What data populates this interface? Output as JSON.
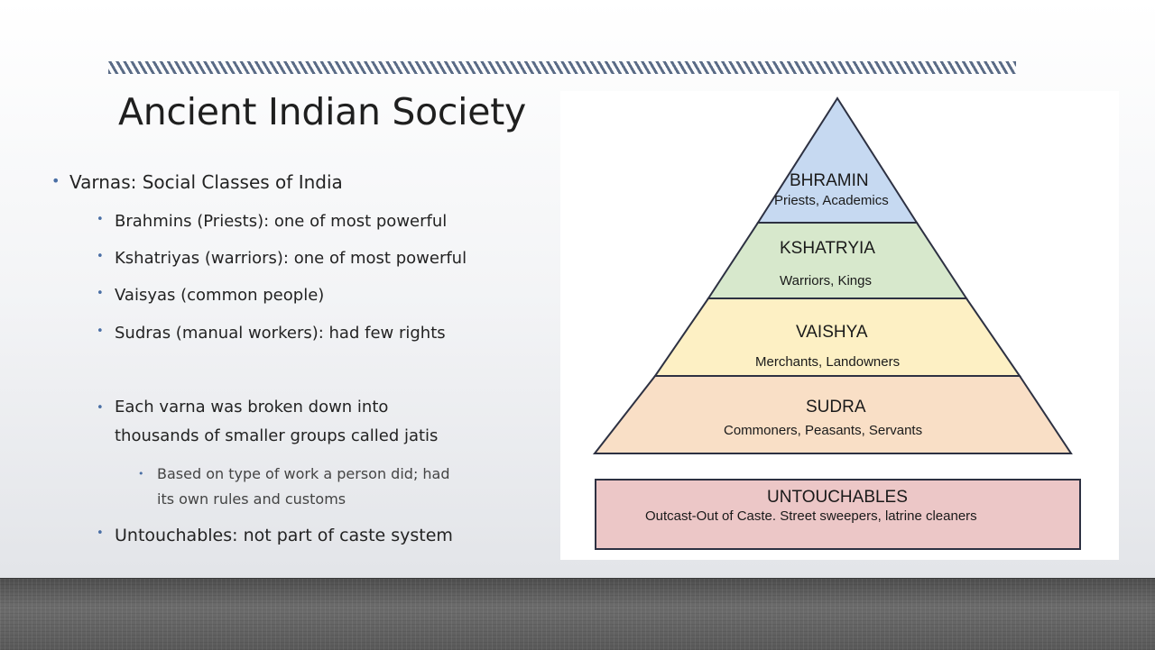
{
  "slide": {
    "title": "Ancient Indian Society",
    "bullets": {
      "varnas": "Varnas: Social Classes of India",
      "brahmins": "Brahmins (Priests): one of most powerful",
      "kshatriyas": "Kshatriyas (warriors): one of most powerful",
      "vaisyas": "Vaisyas (common people)",
      "sudras": "Sudras (manual workers): had few rights",
      "jatis_line1": "Each varna was broken down into",
      "jatis_line2": "thousands of smaller groups called jatis",
      "jatis_sub_line1": "Based on type of work a person did; had",
      "jatis_sub_line2": "its own rules and customs",
      "untouchables": "Untouchables: not part of caste system"
    }
  },
  "diagram": {
    "tiers": [
      {
        "name": "BHRAMIN",
        "desc": "Priests, Academics",
        "color": "#c6d9f1"
      },
      {
        "name": "KSHATRYIA",
        "desc": "Warriors, Kings",
        "color": "#d7e8cc"
      },
      {
        "name": "VAISHYA",
        "desc": "Merchants, Landowners",
        "color": "#fdf0c4"
      },
      {
        "name": "SUDRA",
        "desc": "Commoners, Peasants, Servants",
        "color": "#f9dfc6"
      }
    ],
    "outcast": {
      "name": "UNTOUCHABLES",
      "desc": "Outcast-Out of Caste. Street sweepers, latrine cleaners",
      "color": "#ecc7c7"
    },
    "border_color": "#2d3142"
  },
  "colors": {
    "hatch": "#5a6b86",
    "bullet": "#4a6fa5"
  }
}
